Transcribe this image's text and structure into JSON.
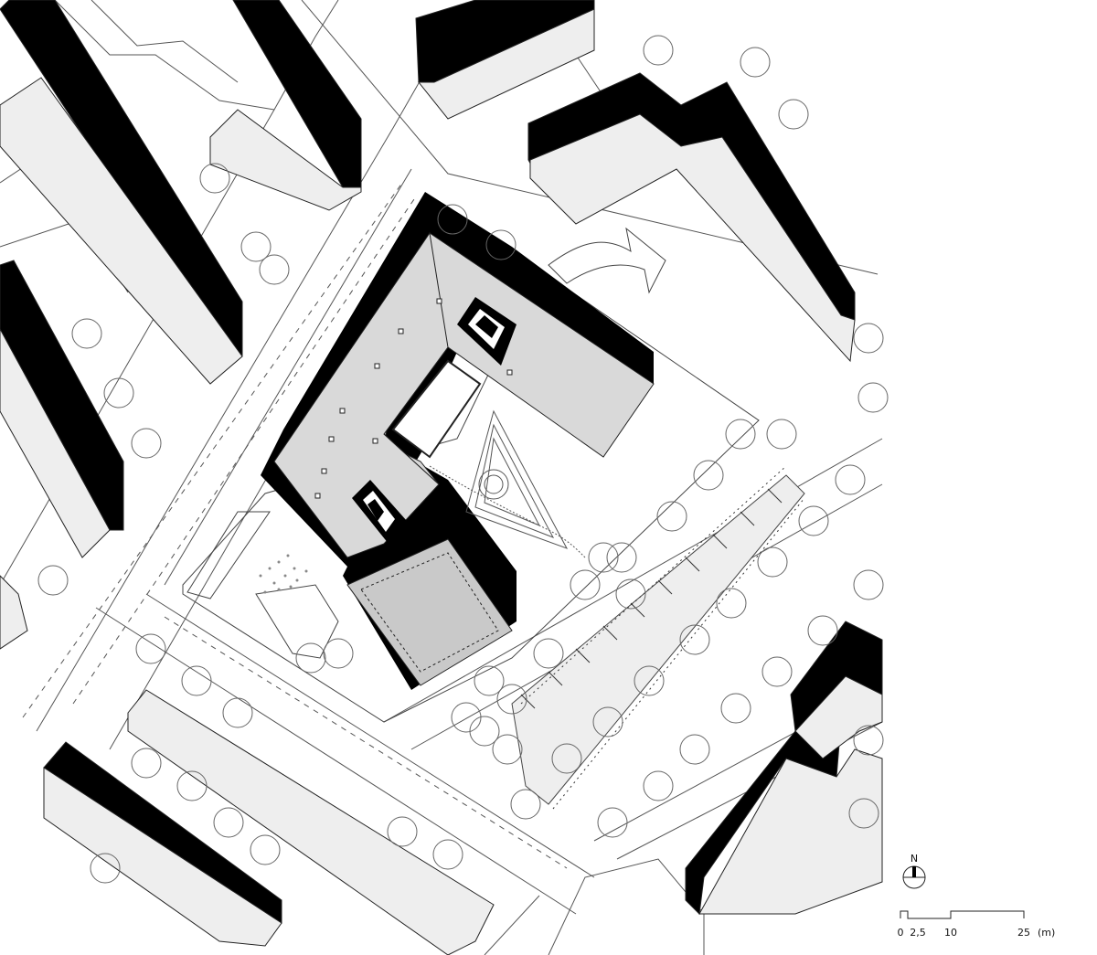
{
  "north_arrow": {
    "label": "N"
  },
  "scale_bar": {
    "ticks": [
      {
        "value": 0,
        "label": "0"
      },
      {
        "value": 2.5,
        "label": "2,5"
      },
      {
        "value": 10,
        "label": "10"
      },
      {
        "value": 25,
        "label": "25"
      }
    ],
    "unit_label": "(m)"
  },
  "colors": {
    "building_shadow": "#000000",
    "building_roof": "#eeeeee",
    "main_roof": "#d9d9d9",
    "main_roof_dark": "#c9c9c9",
    "lines": "#444444"
  }
}
